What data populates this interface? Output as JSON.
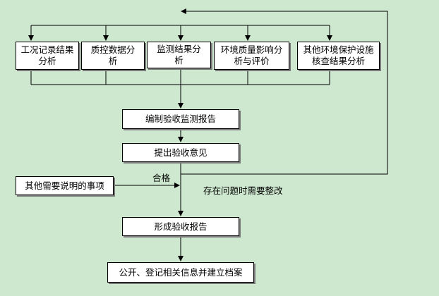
{
  "boxes": {
    "work_record": "工况记录结果分析",
    "qc_data": "质控数据分析",
    "monitoring": "监测结果分析",
    "env_quality": "环境质量影响分析与评价",
    "other_env": "其他环境保护设施核查结果分析",
    "compile_report": "编制验收监测报告",
    "opinions": "提出验收意见",
    "other_matters": "其他需要说明的事项",
    "final_report": "形成验收报告",
    "publish": "公开、登记相关信息并建立档案"
  },
  "labels": {
    "pass": "合格",
    "rectify": "存在问题时需要整改"
  }
}
